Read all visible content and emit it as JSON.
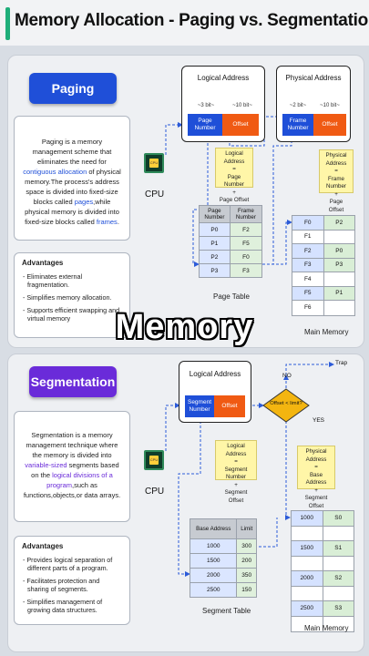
{
  "header": {
    "title": "Memory Allocation - Paging vs. Segmentation"
  },
  "overlay_text": "Memory",
  "paging": {
    "title": "Paging",
    "description": {
      "p1": "Paging is a memory management scheme that eliminates the need for ",
      "h1": "contiguous allocation",
      "p2": " of physical memory.The process's address space is divided into fixed-size blocks called ",
      "h2": "pages",
      "p3": ",while physical memory is divided into fixed-size blocks called ",
      "h3": "frames",
      "p4": "."
    },
    "advantages_title": "Advantages",
    "advantages": [
      "- Eliminates external fragmentation.",
      "- Simplifies memory allocation.",
      "- Supports efficient swapping and virtual memory"
    ],
    "cpu_label": "CPU",
    "logical_address": {
      "title": "Logical Address",
      "bits_left": "~3 bit~",
      "bits_right": "~10 bit~",
      "field1": "Page Number",
      "field2": "Offset"
    },
    "physical_address": {
      "title": "Physical Address",
      "bits_left": "~2 bit~",
      "bits_right": "~10 bit~",
      "field1": "Frame Number",
      "field2": "Offset"
    },
    "note_logical": [
      "Logical Address",
      "=",
      "Page Number",
      "+",
      "Page Offset"
    ],
    "note_physical": [
      "Physical Address",
      "=",
      "Frame Number",
      "+",
      "Page Offset"
    ],
    "page_table": {
      "headers": [
        "Page Number",
        "Frame Number"
      ],
      "rows": [
        [
          "P0",
          "F2"
        ],
        [
          "P1",
          "F5"
        ],
        [
          "P2",
          "F0"
        ],
        [
          "P3",
          "F3"
        ]
      ],
      "caption": "Page Table"
    },
    "main_memory": {
      "rows": [
        [
          "F0",
          "P2"
        ],
        [
          "F1",
          ""
        ],
        [
          "F2",
          "P0"
        ],
        [
          "F3",
          "P3"
        ],
        [
          "F4",
          ""
        ],
        [
          "F5",
          "P1"
        ],
        [
          "F6",
          ""
        ]
      ],
      "caption": "Main Memory"
    }
  },
  "segmentation": {
    "title": "Segmentation",
    "description": {
      "p1": "Segmentation is a memory management technique where the memory is divided into ",
      "h1": "variable-sized",
      "p2": " segments based on the ",
      "h2": "logical divisions of a program",
      "p3": ",such as functions,objects,or data arrays."
    },
    "advantages_title": "Advantages",
    "advantages": [
      "- Provides logical separation of different parts of a program.",
      "- Facilitates protection and sharing of segments.",
      "- Simplifies management of growing data structures."
    ],
    "cpu_label": "CPU",
    "logical_address": {
      "title": "Logical Address",
      "field1": "Segment Number",
      "field2": "Offset"
    },
    "decision": {
      "label": "Offset < limit?",
      "no": "NO",
      "yes": "YES",
      "trap": "Trap"
    },
    "note_logical": [
      "Logical Address",
      "=",
      "Segment Number",
      "+",
      "Segment Offset"
    ],
    "note_physical": [
      "Physical Address",
      "=",
      "Base Address",
      "+",
      "Segment Offset"
    ],
    "segment_table": {
      "headers": [
        "Base Address",
        "Limit"
      ],
      "rows": [
        [
          "1000",
          "300"
        ],
        [
          "1500",
          "200"
        ],
        [
          "2000",
          "350"
        ],
        [
          "2500",
          "150"
        ]
      ],
      "caption": "Segment Table"
    },
    "main_memory": {
      "rows": [
        [
          "1000",
          "S0"
        ],
        [
          "",
          ""
        ],
        [
          "1500",
          "S1"
        ],
        [
          "",
          ""
        ],
        [
          "2000",
          "S2"
        ],
        [
          "",
          ""
        ],
        [
          "2500",
          "S3"
        ],
        [
          "",
          ""
        ]
      ],
      "caption": "Main Memory"
    }
  },
  "colors": {
    "blue": "#1f4fd8",
    "purple": "#6a2bd9",
    "orange": "#f05a13",
    "note_yellow": "#fff6a8",
    "accent_green": "#1fae7a"
  }
}
